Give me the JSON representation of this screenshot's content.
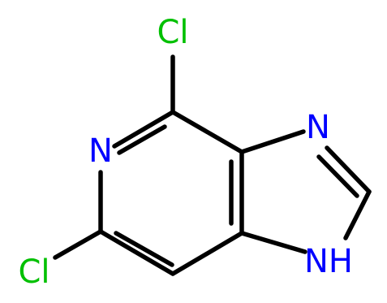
{
  "molecule": {
    "atoms": {
      "cl_top": {
        "text": "Cl",
        "color": "#00c000"
      },
      "cl_left": {
        "text": "Cl",
        "color": "#00c000"
      },
      "n_pyridine": {
        "text": "N",
        "color": "#0000ff"
      },
      "n_imidazole": {
        "text": "N",
        "color": "#0000ff"
      },
      "nh_imidazole": {
        "text": "NH",
        "color": "#0000ff"
      }
    },
    "colors": {
      "bond": "#000000",
      "chlorine": "#00c000",
      "nitrogen": "#0000ff"
    }
  }
}
